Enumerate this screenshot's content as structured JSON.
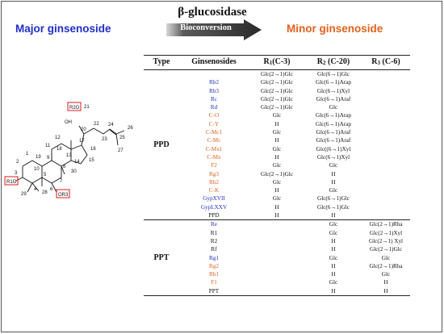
{
  "header": {
    "major_label": "Major ginsenoside",
    "minor_label": "Minor ginsenoside",
    "enzyme_label": "β-glucosidase",
    "arrow_label": "Bioconversion"
  },
  "colors": {
    "major": "#1f2fc8",
    "minor": "#e0621e",
    "base": "#111111",
    "highlight_box": "#e01818"
  },
  "structure": {
    "substituent_r1": "R1O",
    "substituent_r2": "R2O",
    "substituent_r3": "OR3",
    "hydroxyl": "OH",
    "numbers": [
      "1",
      "2",
      "3",
      "4",
      "5",
      "6",
      "7",
      "8",
      "9",
      "10",
      "11",
      "12",
      "13",
      "14",
      "15",
      "16",
      "17",
      "18",
      "19",
      "20",
      "21",
      "22",
      "23",
      "24",
      "25",
      "26",
      "27",
      "28",
      "29",
      "30"
    ]
  },
  "table": {
    "headers": {
      "type": "Type",
      "ginsenosides": "Ginsenosides",
      "r1": "R1(C-3)",
      "r2": "R2 (C-20)",
      "r3": "R3 (C-6)"
    },
    "groups": [
      {
        "type": "PPD",
        "rows": [
          {
            "name": "",
            "kind": "major",
            "r1": "Glc(2→1)Glc",
            "r2": "Glc(6→1)Glc",
            "r3": ""
          },
          {
            "name": "Rb2",
            "kind": "major",
            "r1": "Glc(2→1)Glc",
            "r2": "Glc(6→1)Arap",
            "r3": ""
          },
          {
            "name": "Rb3",
            "kind": "major",
            "r1": "Glc(2→1)Glc",
            "r2": "Glc(6→1)Xyl",
            "r3": ""
          },
          {
            "name": "Rc",
            "kind": "major",
            "r1": "Glc(2→1)Glc",
            "r2": "Glc(6→1)Araf",
            "r3": ""
          },
          {
            "name": "Rd",
            "kind": "major",
            "r1": "Glc(2→1)Glc",
            "r2": "Glc",
            "r3": ""
          },
          {
            "name": "C-O",
            "kind": "minor",
            "r1": "Glc",
            "r2": "Glc(6→1)Arap",
            "r3": ""
          },
          {
            "name": "C-Y",
            "kind": "minor",
            "r1": "H",
            "r2": "Glc(6→1)Arap",
            "r3": ""
          },
          {
            "name": "C-Mc1",
            "kind": "minor",
            "r1": "Glc",
            "r2": "Glc(6→1)Araf",
            "r3": ""
          },
          {
            "name": "C-Mc",
            "kind": "minor",
            "r1": "H",
            "r2": "Glc(6→1)Araf",
            "r3": ""
          },
          {
            "name": "C-Mx1",
            "kind": "minor",
            "r1": "Glc",
            "r2": "Glc((6→1)Xyl",
            "r3": ""
          },
          {
            "name": "C-Mx",
            "kind": "minor",
            "r1": "H",
            "r2": "Glc(6→1)Xyl",
            "r3": ""
          },
          {
            "name": "F2",
            "kind": "minor",
            "r1": "Glc",
            "r2": "Glc",
            "r3": ""
          },
          {
            "name": "Rg3",
            "kind": "minor",
            "r1": "Glc(2→1)Glc",
            "r2": "H",
            "r3": ""
          },
          {
            "name": "Rh2",
            "kind": "minor",
            "r1": "Glc",
            "r2": "H",
            "r3": ""
          },
          {
            "name": "C-K",
            "kind": "minor",
            "r1": "H",
            "r2": "Glc",
            "r3": ""
          },
          {
            "name": "GypXVII",
            "kind": "major",
            "r1": "Glc",
            "r2": "Glc(6→1)Glc",
            "r3": ""
          },
          {
            "name": "GypLXXV",
            "kind": "major",
            "r1": "H",
            "r2": "Glc(6→1)Glc",
            "r3": ""
          },
          {
            "name": "PPD",
            "kind": "base",
            "r1": "H",
            "r2": "H",
            "r3": ""
          }
        ]
      },
      {
        "type": "PPT",
        "rows": [
          {
            "name": "Re",
            "kind": "major",
            "r1": "",
            "r2": "Glc",
            "r3": "Glc(2→1)Rha"
          },
          {
            "name": "R1",
            "kind": "base",
            "r1": "",
            "r2": "Glc",
            "r3": "Glc(2→1)Xyl"
          },
          {
            "name": "R2",
            "kind": "base",
            "r1": "",
            "r2": "H",
            "r3": "Glc(2→1) Xyl"
          },
          {
            "name": "Rf",
            "kind": "base",
            "r1": "",
            "r2": "H",
            "r3": "Glc(2→1)Glc"
          },
          {
            "name": "Rg1",
            "kind": "major",
            "r1": "",
            "r2": "Glc",
            "r3": "Glc"
          },
          {
            "name": "Rg2",
            "kind": "minor",
            "r1": "",
            "r2": "H",
            "r3": "Glc(2→1)Rha"
          },
          {
            "name": "Rh1",
            "kind": "minor",
            "r1": "",
            "r2": "H",
            "r3": "Glc"
          },
          {
            "name": "F1",
            "kind": "minor",
            "r1": "",
            "r2": "Glc",
            "r3": "H"
          },
          {
            "name": "PPT",
            "kind": "base",
            "r1": "",
            "r2": "H",
            "r3": "H"
          }
        ]
      }
    ]
  }
}
